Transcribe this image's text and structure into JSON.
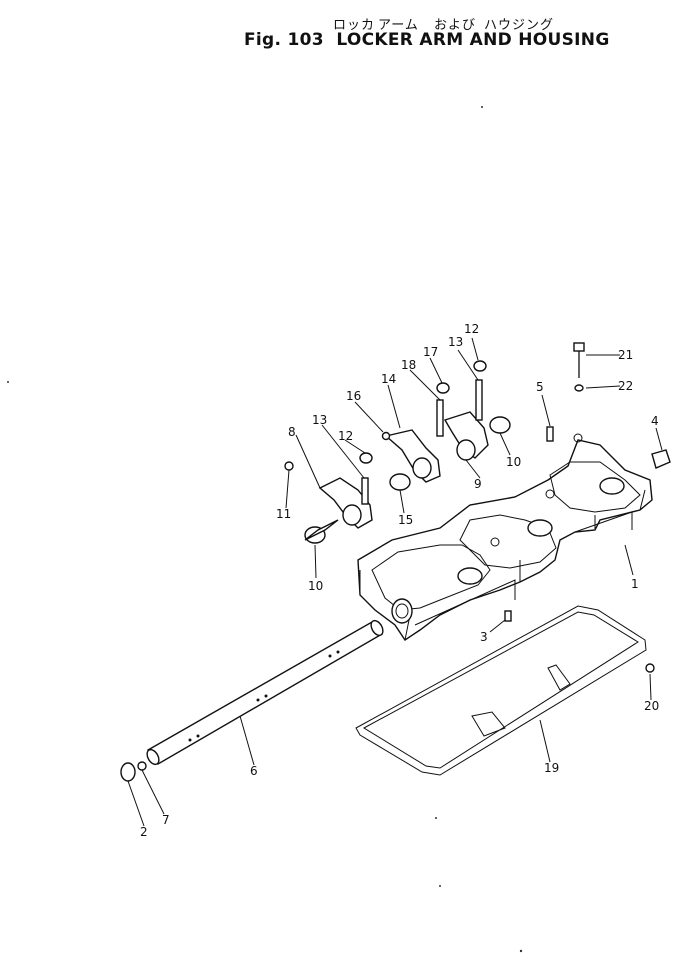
{
  "header": {
    "jp_1": "ロッカ",
    "jp_2": "アーム",
    "jp_3": "および",
    "jp_4": "ハウジング",
    "fig_label": "Fig. 103",
    "title": "LOCKER ARM AND HOUSING"
  },
  "callouts": [
    "1",
    "2",
    "3",
    "4",
    "5",
    "6",
    "7",
    "8",
    "9",
    "10",
    "10",
    "11",
    "12",
    "12",
    "13",
    "13",
    "14",
    "15",
    "16",
    "17",
    "18",
    "19",
    "20",
    "21",
    "22"
  ]
}
